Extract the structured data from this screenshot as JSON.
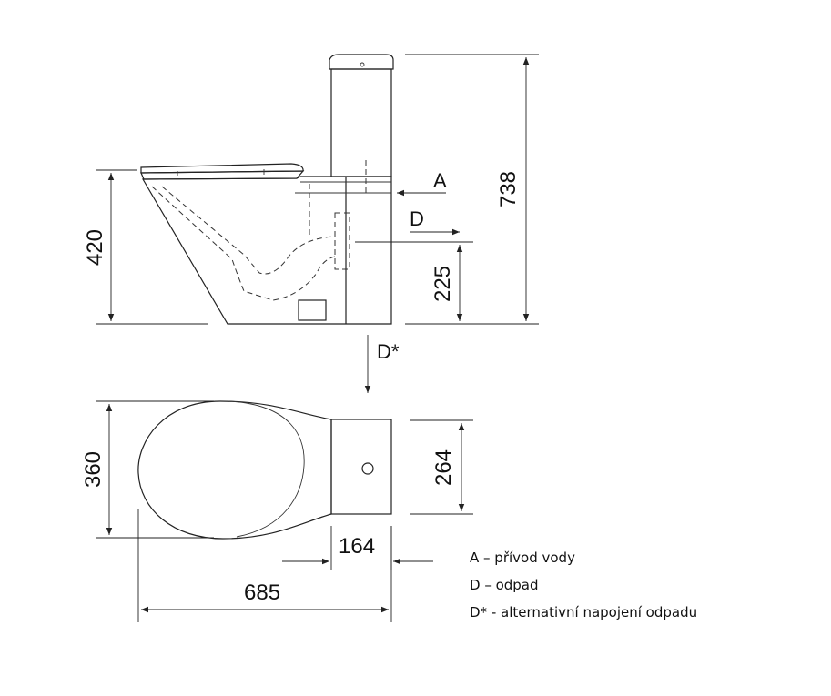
{
  "dimensions": {
    "total_height": "738",
    "seat_height": "420",
    "outlet_height": "225",
    "bowl_width": "360",
    "tank_width": "264",
    "tank_depth": "164",
    "total_length": "685"
  },
  "connection_labels": {
    "inlet": "A",
    "outlet": "D",
    "alt_outlet": "D*"
  },
  "legend": [
    "A – přívod vody",
    "D – odpad",
    "D* - alternativní napojení odpadu"
  ]
}
